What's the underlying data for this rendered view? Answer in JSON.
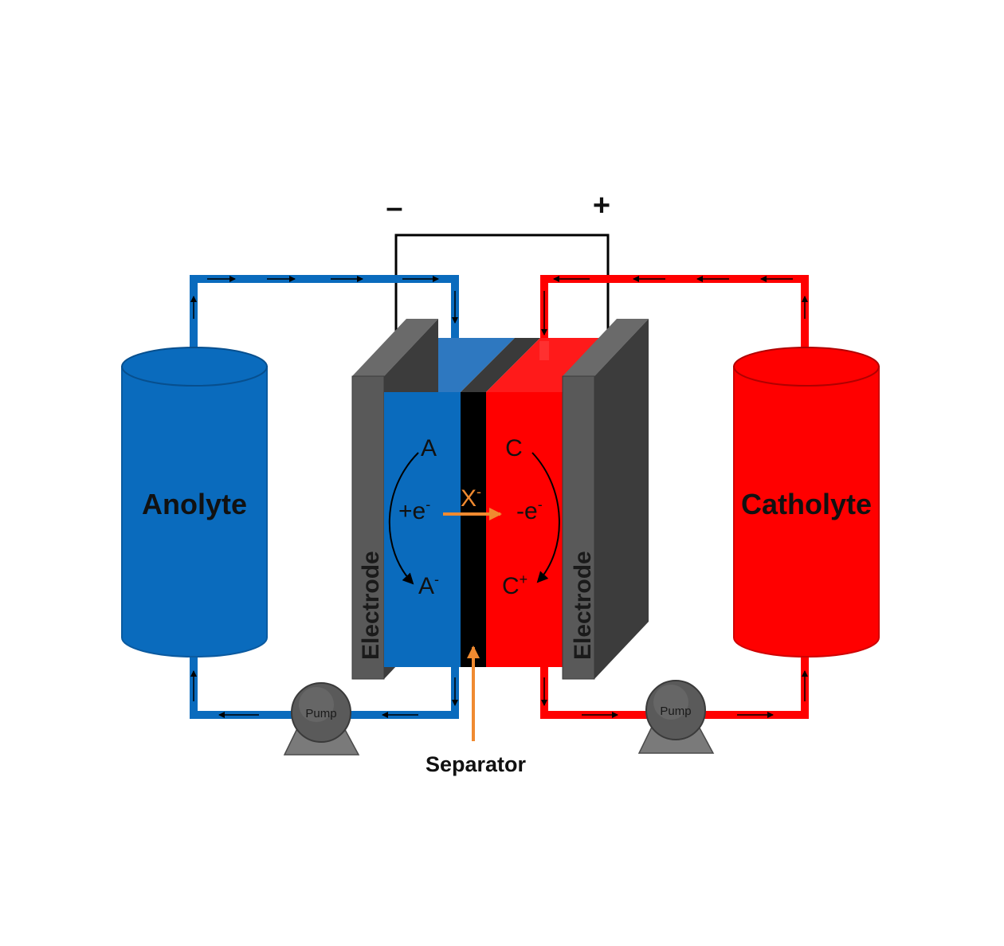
{
  "labels": {
    "anolyte": "Anolyte",
    "catholyte": "Catholyte",
    "electrode": "Electrode",
    "separator": "Separator",
    "pump": "Pump",
    "negative": "–",
    "positive": "+",
    "anode_species": "A",
    "anode_gain": "+e",
    "anode_reduced": "A",
    "cathode_species": "C",
    "cathode_loss": "-e",
    "cathode_oxidized": "C",
    "ion": "X",
    "sup_minus": "-",
    "sup_plus": "+"
  },
  "colors": {
    "anolyte": "#0a6bbd",
    "catholyte": "#ff0000",
    "electrode": "#4a4a4a",
    "separator": "#000000",
    "ion_arrow": "#f08a30",
    "pump": "#555555"
  }
}
